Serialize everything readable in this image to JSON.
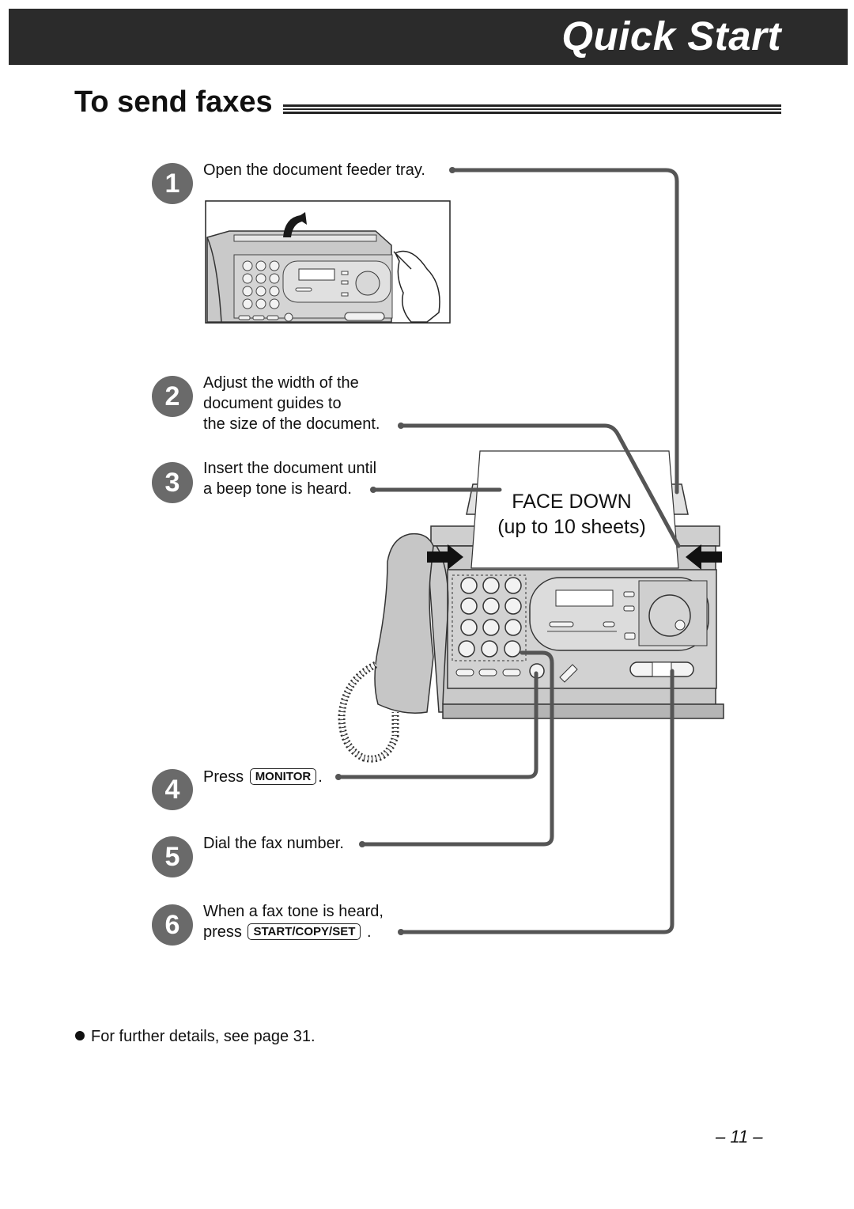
{
  "header": {
    "title": "Quick Start"
  },
  "section": {
    "title": "To send faxes"
  },
  "steps": [
    {
      "number": "1",
      "lines": [
        "Open the document feeder tray."
      ]
    },
    {
      "number": "2",
      "lines": [
        "Adjust the width of the",
        "document guides to",
        "the size of the document."
      ]
    },
    {
      "number": "3",
      "lines": [
        "Insert the document until",
        "a beep tone is heard."
      ]
    },
    {
      "number": "4",
      "prefix": "Press",
      "key": "MONITOR",
      "suffix": "."
    },
    {
      "number": "5",
      "lines": [
        "Dial the fax number."
      ]
    },
    {
      "number": "6",
      "lines": [
        "When a fax tone is heard,"
      ],
      "prefix": "press",
      "key": "START/COPY/SET",
      "suffix": "."
    }
  ],
  "callout": {
    "line1": "FACE DOWN",
    "line2": "(up to 10 sheets)"
  },
  "note": {
    "text": "For further details, see page 31."
  },
  "footer": {
    "page_number": "– 11 –"
  },
  "colors": {
    "header_bg": "#2b2b2b",
    "step_circle": "#6a6a6a",
    "leader_line": "#555555"
  }
}
